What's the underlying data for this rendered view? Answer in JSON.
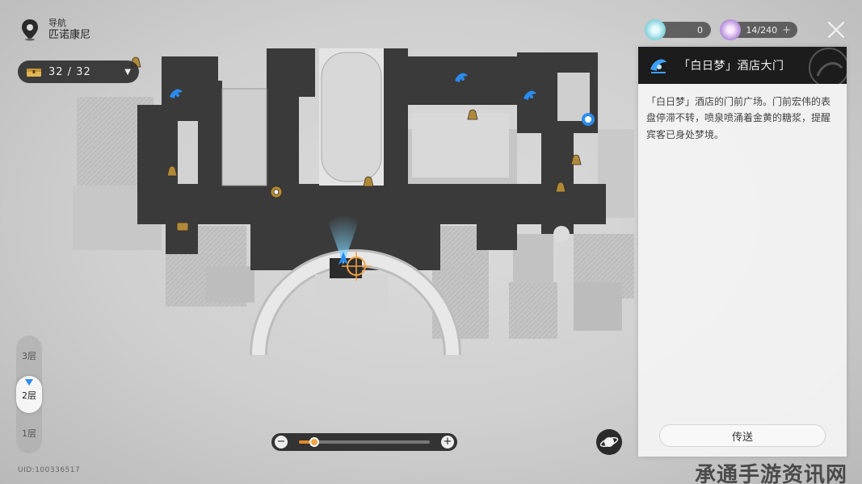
{
  "navigation": {
    "label": "导航",
    "region": "匹诺康尼"
  },
  "chest_counter": {
    "value": "32 / 32",
    "caret": "▼",
    "icon": "chest-icon"
  },
  "currencies": [
    {
      "icon": "oneiric-shard-icon",
      "value": "0",
      "color": "#7fd0d8"
    },
    {
      "icon": "trailblaze-power-icon",
      "value": "14/240",
      "plus": "+",
      "color": "#b08ad8"
    }
  ],
  "close_icon": "close-icon",
  "location_panel": {
    "icon": "space-anchor-icon",
    "title": "「白日梦」酒店大门",
    "description": "「白日梦」酒店的门前广场。门前宏伟的表盘停滞不转，喷泉喷涌着金黄的糖浆，提醒宾客已身处梦境。",
    "teleport_label": "传送"
  },
  "floors": {
    "items": [
      "3层",
      "2层",
      "1层"
    ],
    "selected": "2层"
  },
  "zoom": {
    "minus": "−",
    "plus": "+",
    "level": 0.12
  },
  "planet_icon": "planet-icon",
  "uid": "UID:100336517",
  "watermark": "承通手游资讯网",
  "colors": {
    "accent_blue": "#2a8cf0",
    "marker_gold": "#b08a3a",
    "player_orange": "#f3a344",
    "road": "#3a3a3a"
  }
}
